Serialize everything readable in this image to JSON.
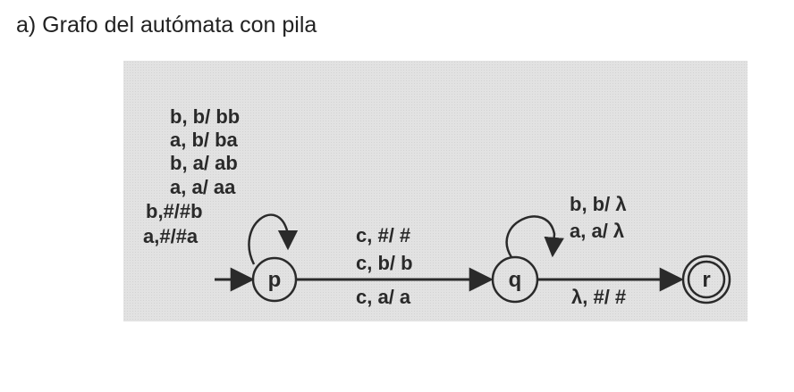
{
  "heading": "a) Grafo del autómata con pila",
  "states": {
    "p": "p",
    "q": "q",
    "r": "r"
  },
  "loop_p_labels": [
    "b, b/ bb",
    "a, b/ ba",
    "b, a/ ab",
    "a, a/ aa",
    "b,#/#b",
    "a,#/#a"
  ],
  "loop_q_labels": [
    "b, b/ λ",
    "a, a/ λ"
  ],
  "edge_pq_labels": [
    "c, #/ #",
    "c, b/ b",
    "c, a/ a"
  ],
  "edge_qr_label": "λ, #/ #",
  "colors": {
    "panel": "#e2e2e2",
    "ink": "#2a2a2a"
  }
}
